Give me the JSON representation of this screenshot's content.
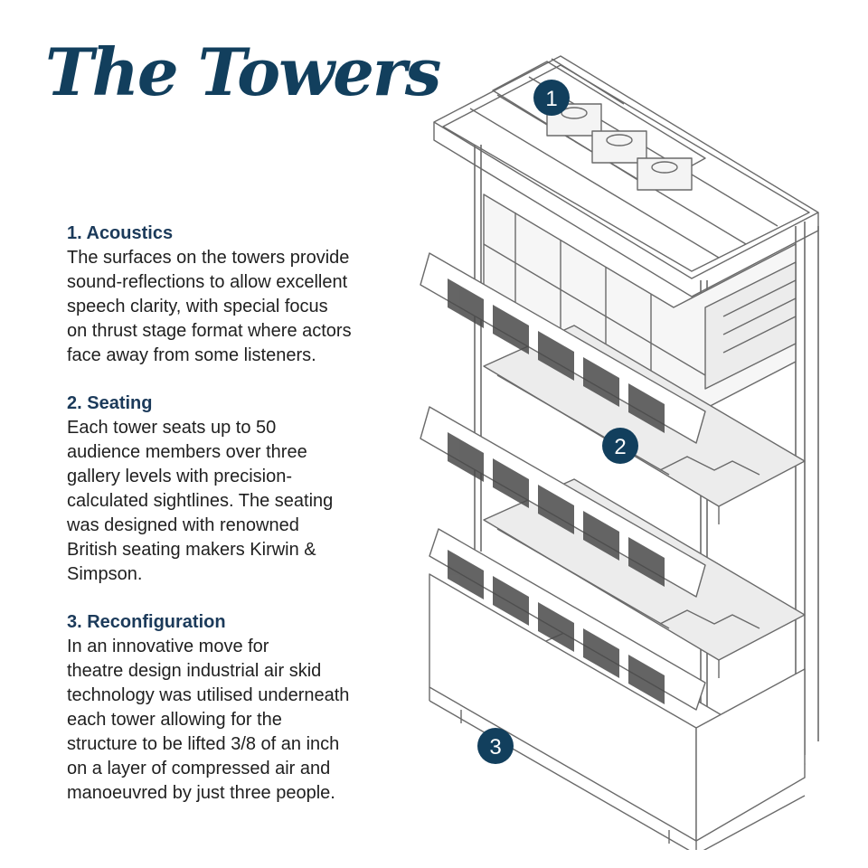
{
  "title": "The Towers",
  "sections": [
    {
      "heading": "1. Acoustics",
      "body": "The surfaces on the towers provide\nsound-reflections to allow excellent\nspeech clarity, with special focus\non thrust stage format where actors\nface away from some listeners."
    },
    {
      "heading": "2. Seating",
      "body": "Each tower seats up to 50\naudience members over three\ngallery levels with precision-\ncalculated sightlines. The seating\nwas designed with renowned\nBritish seating makers Kirwin &\nSimpson."
    },
    {
      "heading": "3. Reconfiguration",
      "body": "In an innovative move for\ntheatre design industrial air skid\ntechnology was utilised underneath\neach tower allowing for the\nstructure to be lifted 3/8 of an inch\non a layer of compressed air and\nmanoeuvred by just three people."
    }
  ],
  "markers": [
    "1",
    "2",
    "3"
  ],
  "colors": {
    "title": "#123f5d",
    "marker": "#123f5d",
    "line": "#6a6a6a",
    "panel": "#ececec"
  }
}
